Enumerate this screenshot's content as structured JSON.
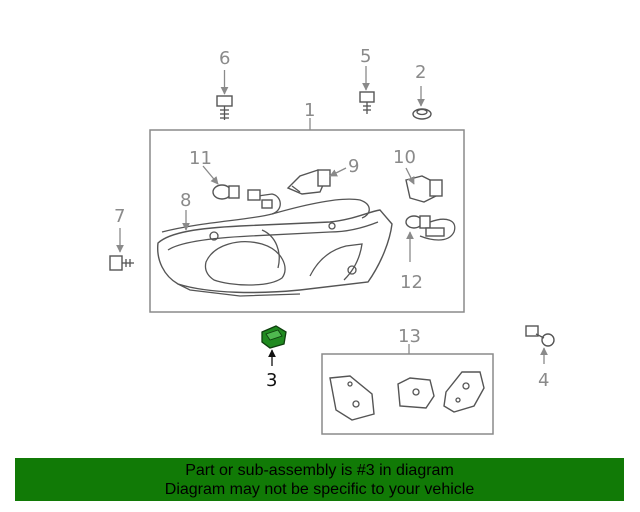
{
  "colors": {
    "banner_bg": "#117a06",
    "highlight_part": "#1f8a1f",
    "callout_gray": "#8a8a8a",
    "callout_highlight": "#111111"
  },
  "callouts": {
    "c1": "1",
    "c2": "2",
    "c3": "3",
    "c4": "4",
    "c5": "5",
    "c6": "6",
    "c7": "7",
    "c8": "8",
    "c9": "9",
    "c10": "10",
    "c11": "11",
    "c12": "12",
    "c13": "13"
  },
  "banner": {
    "line1": "Part or sub-assembly is #3 in diagram",
    "line2": "Diagram may not be specific to your vehicle"
  }
}
